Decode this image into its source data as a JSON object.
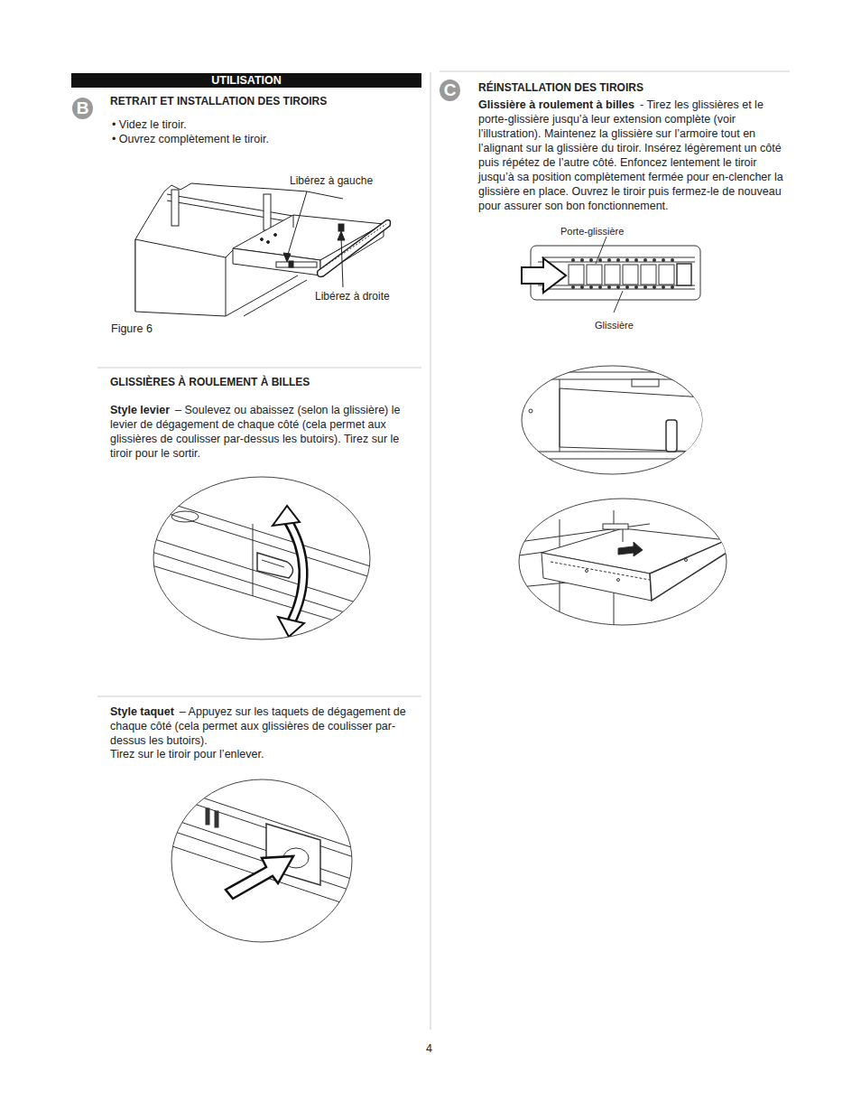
{
  "diagram": {
    "caption": "Figure 6",
    "nodes": [
      {
        "text": [
          "UTILISATION"
        ]
      },
      {
        "text": [
          "B"
        ]
      },
      {
        "text": [
          "C"
        ]
      }
    ],
    "labels": [
      "RETRAIT ET INSTALLATION DES TIROIRS",
      "• Videz le tiroir.",
      "• Ouvrez complètement le tiroir.",
      "Libérez à gauche",
      "Libérez à droite",
      "GLISSIÈRES À ROULEMENT À BILLES",
      "Style levier",
      "– Soulevez ou abaissez (selon la glissière) le levier de dégagement de chaque côté (cela permet aux glissières de coulisser par-dessus les butoirs). Tirez sur le tiroir pour le sortir.",
      "Style taquet",
      "– Appuyez sur les taquets de dégagement de chaque côté (cela permet aux glissières de coulisser par-dessus les butoirs).",
      "Tirez sur le tiroir pour l’enlever.",
      "RÉINSTALLATION DES TIROIRS",
      "Glissière à roulement à billes",
      "- Tirez les glissières et le porte-glissière jusqu’à leur extension complète (voir l’illustration). Maintenez la glissière sur l’armoire tout en l’alignant sur la glissière du tiroir. Insérez légèrement un côté puis répétez de l’autre côté. Enfoncez lentement le tiroir jusqu’à sa position complètement fermée pour en-clencher la glissière en place. Ouvrez le tiroir puis fermez-le de nouveau pour assurer son bon fonctionnement.",
      "Porte-glissière",
      "Glissière",
      "4"
    ]
  }
}
